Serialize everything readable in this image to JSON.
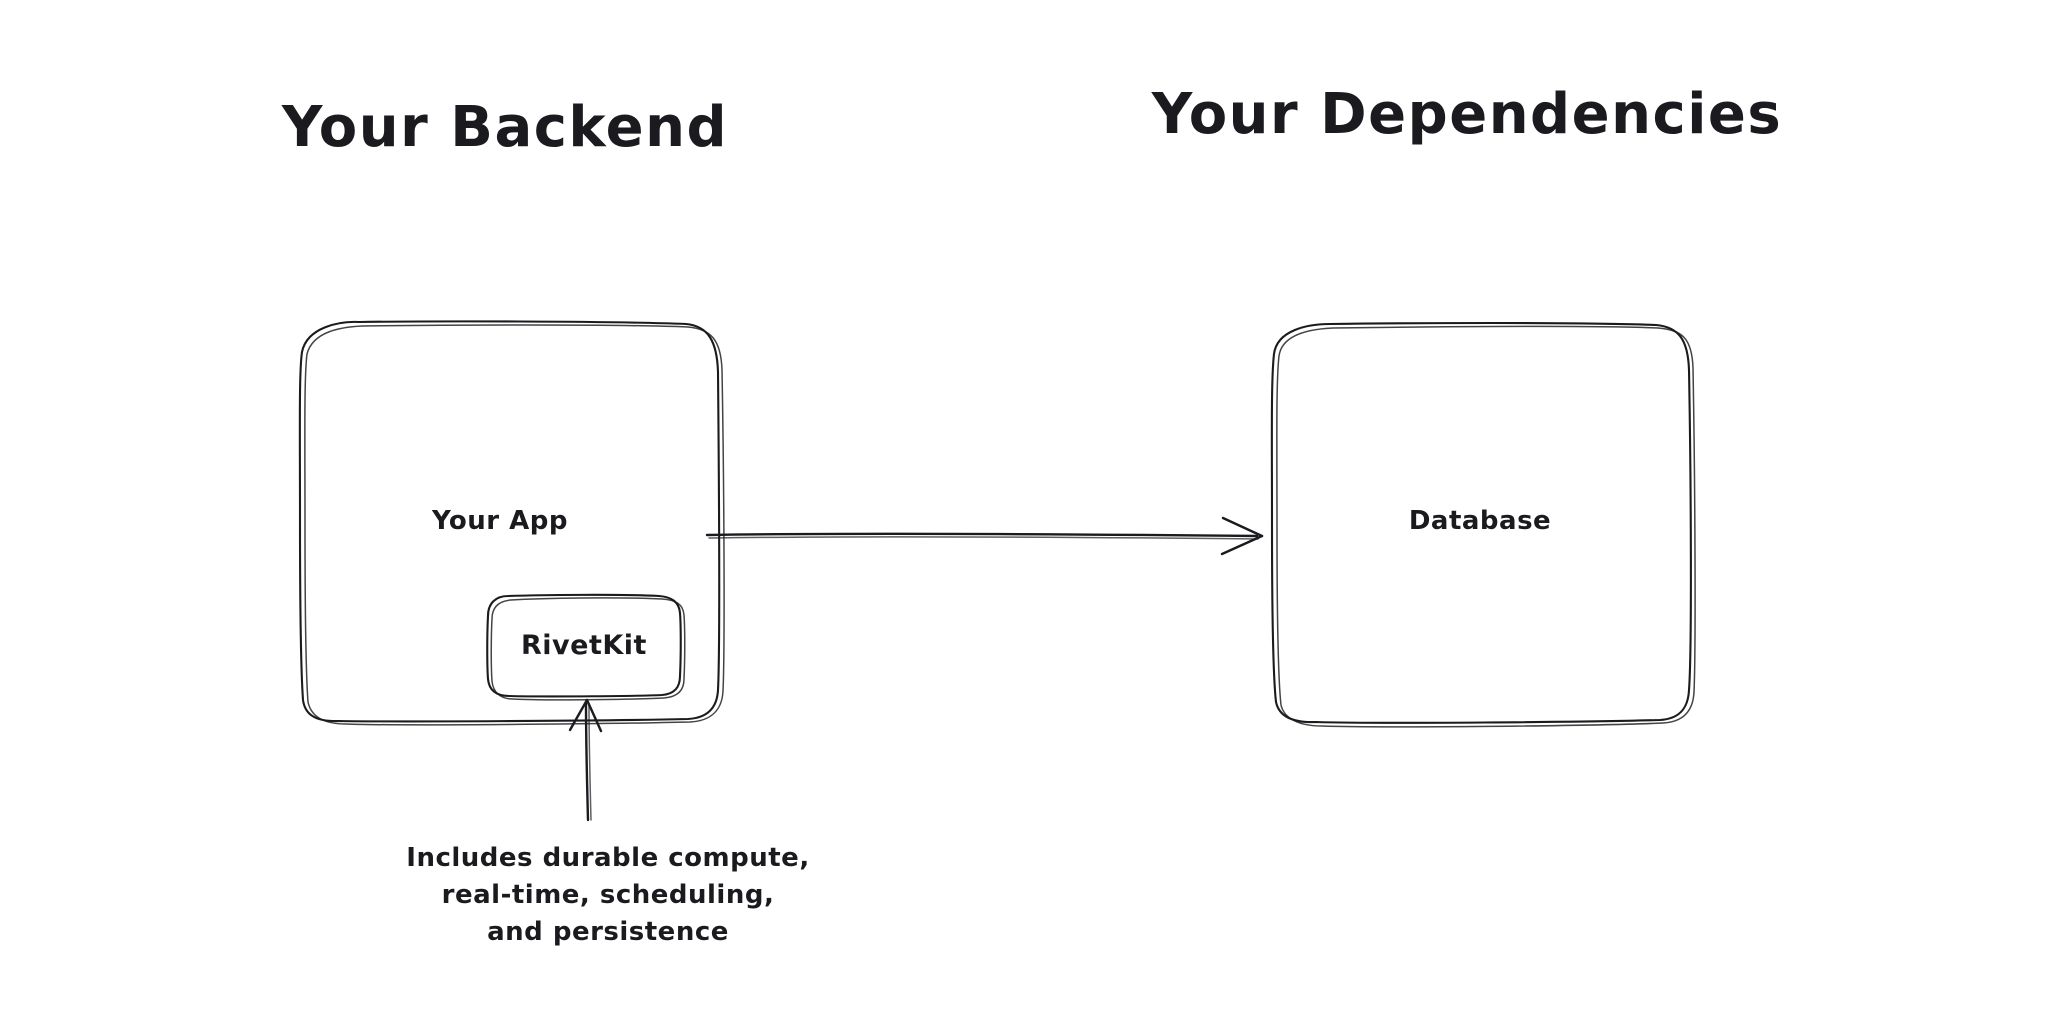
{
  "diagram": {
    "background_color": "#ffffff",
    "stroke_color": "#1b1b1f",
    "style": "hand-drawn-sketch",
    "titles": {
      "left": "Your Backend",
      "right": "Your Dependencies"
    },
    "nodes": {
      "app": {
        "label": "Your App",
        "shape": "rounded-rectangle"
      },
      "rivetkit": {
        "label": "RivetKit",
        "shape": "rounded-rectangle"
      },
      "database": {
        "label": "Database",
        "shape": "rounded-rectangle"
      }
    },
    "annotation": {
      "lines": [
        "Includes durable compute,",
        "real-time, scheduling,",
        "and persistence"
      ]
    },
    "connectors": [
      {
        "name": "app-to-database",
        "from": "Your App",
        "to": "Database",
        "direction": "right",
        "arrowhead": "end"
      },
      {
        "name": "annotation-to-rivetkit",
        "from": "Includes durable compute, real-time, scheduling, and persistence",
        "to": "RivetKit",
        "direction": "up",
        "arrowhead": "end"
      }
    ]
  }
}
